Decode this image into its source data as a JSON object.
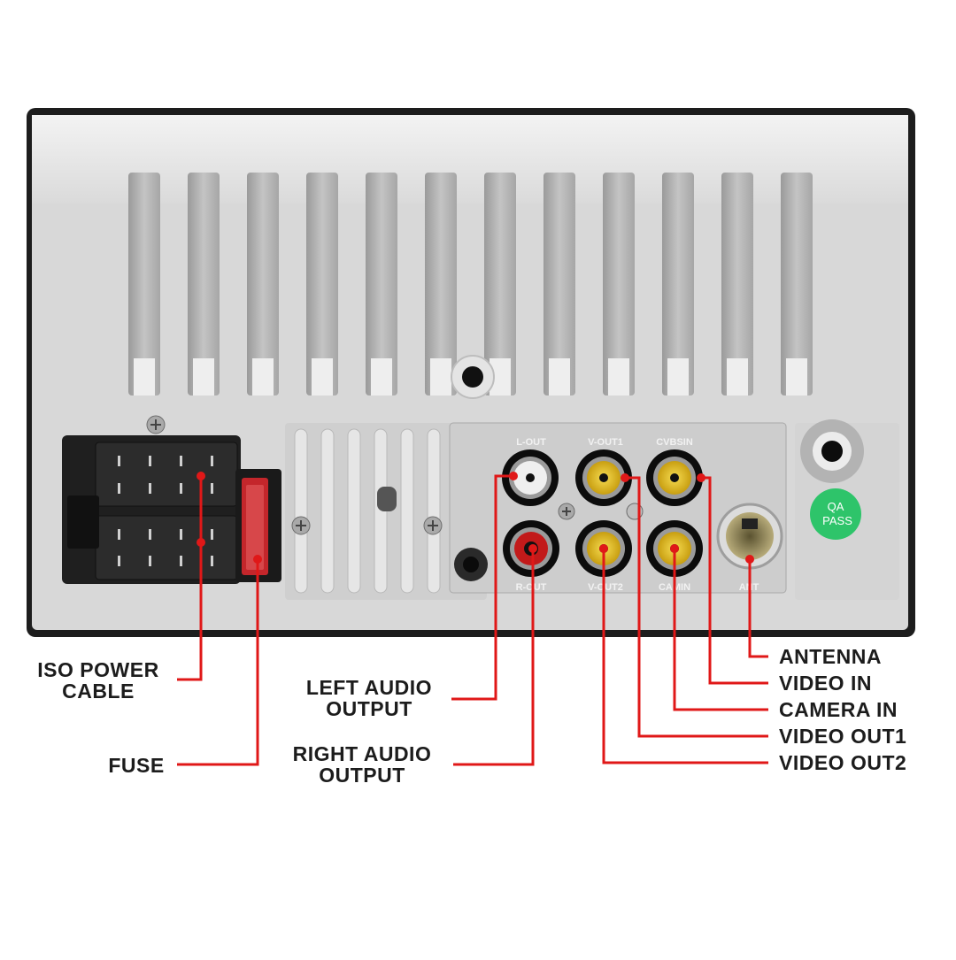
{
  "callouts": {
    "iso_power_cable": [
      "ISO POWER",
      "CABLE"
    ],
    "fuse": "FUSE",
    "left_audio_output": [
      "LEFT AUDIO",
      "OUTPUT"
    ],
    "right_audio_output": [
      "RIGHT AUDIO",
      "OUTPUT"
    ],
    "antenna": "ANTENNA",
    "video_in": "VIDEO IN",
    "camera_in": "CAMERA IN",
    "video_out1": "VIDEO OUT1",
    "video_out2": "VIDEO OUT2"
  },
  "port_labels": {
    "l_out": "L-OUT",
    "v_out1": "V-OUT1",
    "cvbs_in": "CVBSIN",
    "r_out": "R-OUT",
    "v_out2": "V-OUT2",
    "cam_in": "CAMIN",
    "ant": "ANT"
  },
  "badge": [
    "QA",
    "PASS"
  ],
  "colors": {
    "leader_line": "#e01818",
    "housing": "#d9d9d9",
    "rca_yellow": "#e7c21a",
    "rca_white": "#efefef",
    "rca_red": "#c21a1a",
    "qa_badge": "#2ec46a"
  }
}
